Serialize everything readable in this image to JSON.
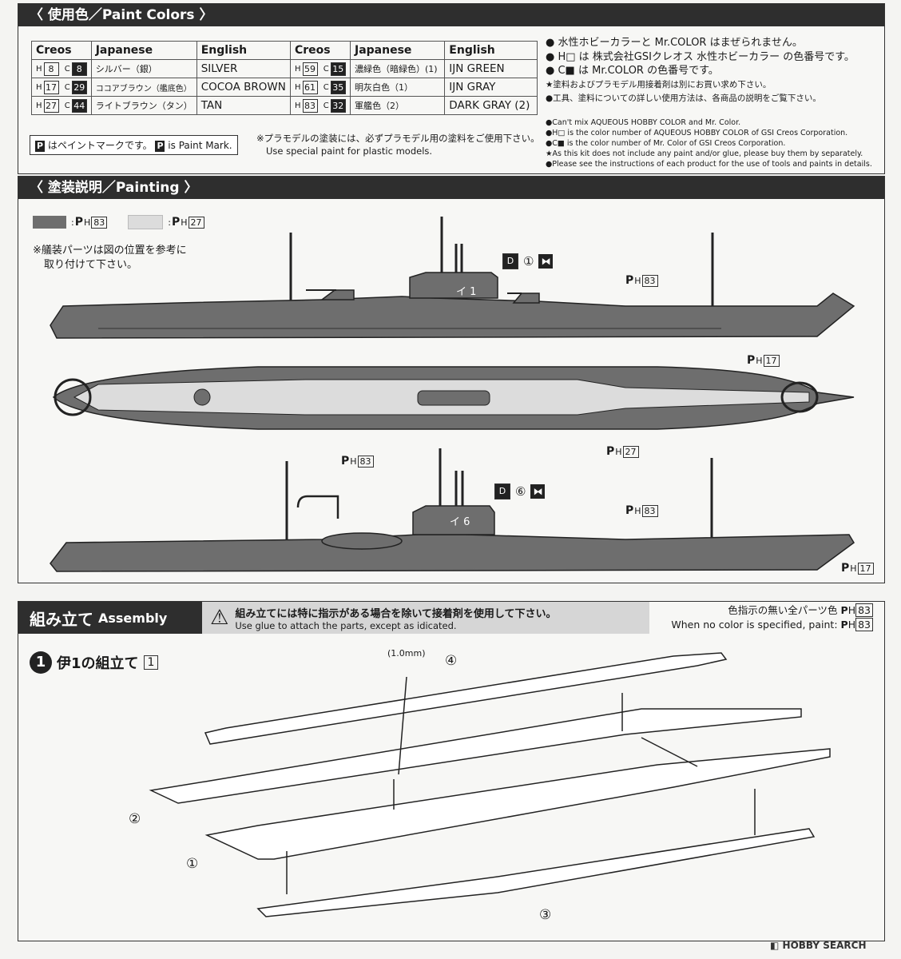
{
  "paint_colors": {
    "title": "〈 使用色／Paint Colors 〉",
    "headers": [
      "Creos",
      "Japanese",
      "English"
    ],
    "left_rows": [
      {
        "h": "8",
        "c": "8",
        "japanese": "シルバー（銀）",
        "english": "SILVER"
      },
      {
        "h": "17",
        "c": "29",
        "japanese": "ココアブラウン（艦底色）",
        "english": "COCOA BROWN"
      },
      {
        "h": "27",
        "c": "44",
        "japanese": "ライトブラウン（タン）",
        "english": "TAN"
      }
    ],
    "right_rows": [
      {
        "h": "59",
        "c": "15",
        "japanese": "濃緑色（暗緑色）(1)",
        "english": "IJN GREEN"
      },
      {
        "h": "61",
        "c": "35",
        "japanese": "明灰白色（1）",
        "english": "IJN GRAY"
      },
      {
        "h": "83",
        "c": "32",
        "japanese": "軍艦色（2）",
        "english": "DARK GRAY (2)"
      }
    ],
    "h_prefix": "H",
    "c_prefix": "C",
    "paint_mark": "はペイントマークです。",
    "paint_mark_en": "is Paint Mark.",
    "plastic_note_jp": "※プラモデルの塗装には、必ずプラモデル用の塗料をご使用下さい。",
    "plastic_note_en": "Use special paint for plastic models.",
    "notes_jp": [
      "● 水性ホビーカラーと Mr.COLOR はまぜられません。",
      "● H□ は 株式会社GSIクレオス 水性ホビーカラー の色番号です。",
      "● C■ は Mr.COLOR の色番号です。",
      "★塗料およびプラモデル用接着剤は別にお買い求め下さい。",
      "●工具、塗料についての詳しい使用方法は、各商品の説明をご覧下さい。"
    ],
    "notes_en": [
      "●Can't mix AQUEOUS HOBBY COLOR and Mr. Color.",
      "●H□ is the color number of AQUEOUS HOBBY COLOR of GSI Creos Corporation.",
      "●C■ is the color number of Mr. Color of GSI Creos Corporation.",
      "★As this kit does not include any paint and/or glue, please buy them by separately.",
      "●Please see the instructions of each product for the use of tools and paints in details."
    ]
  },
  "painting": {
    "title": "〈 塗装説明／Painting 〉",
    "legend": [
      {
        "color": "#6e6e6e",
        "code": "83"
      },
      {
        "color": "#dcdcdc",
        "code": "27"
      }
    ],
    "fitting_note": [
      "※艤装パーツは図の位置を参考に",
      "取り付けて下さい。"
    ],
    "ship1": {
      "hull_text": "イ 1",
      "decal": "D",
      "decal_no": "①",
      "code_main": "83",
      "code_bottom": "17"
    },
    "ship_top": {
      "code_hull": "83",
      "code_deck": "27"
    },
    "ship2": {
      "hull_text": "イ 6",
      "decal": "D",
      "decal_no": "⑥",
      "code_main": "83",
      "code_bottom": "17"
    },
    "colors": {
      "hull": "#6e6e6e",
      "deck": "#dcdcdc",
      "outline": "#222222"
    }
  },
  "assembly": {
    "title_jp": "組み立て",
    "title_en": "Assembly",
    "glue_jp": "組み立てには特に指示がある場合を除いて接着剤を使用して下さい。",
    "glue_en": "Use glue to attach the parts, except as idicated.",
    "nocolor_jp": "色指示の無い全パーツ色",
    "nocolor_en": "When no color is specified, paint:",
    "nocolor_code": "83",
    "step_no": "1",
    "step_title": "伊1の組立て",
    "step_sheet": "1",
    "drill": "(1.0mm)",
    "parts": [
      "①",
      "②",
      "③",
      "④"
    ]
  },
  "watermark": "HOBBY SEARCH"
}
